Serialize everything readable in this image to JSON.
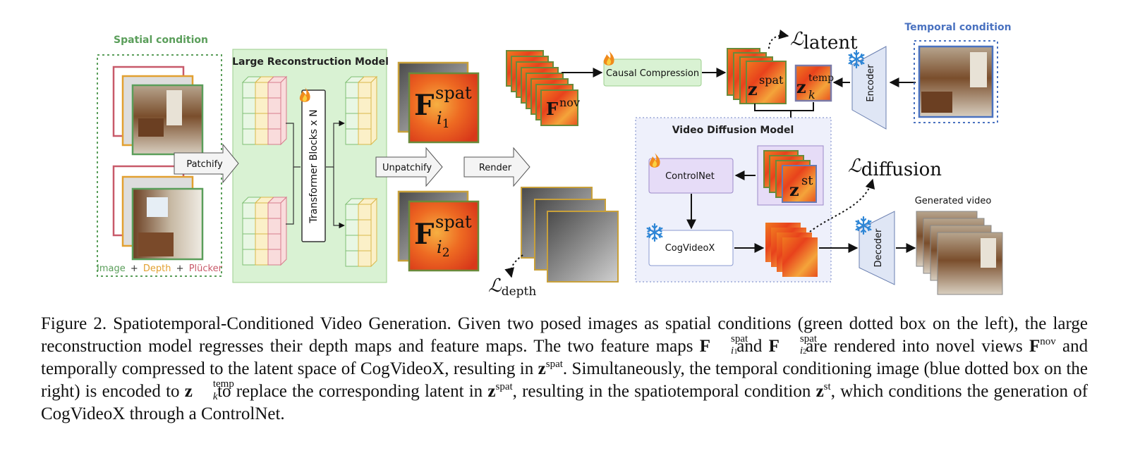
{
  "figure": {
    "spatial_condition": {
      "title": "Spatial  condition",
      "legend_image": "Image",
      "legend_plus1": "+",
      "legend_depth": "Depth",
      "legend_plus2": "+",
      "legend_plucker": "Plücker"
    },
    "lrm": {
      "title": "Large Reconstruction Model",
      "transformer": "Transformer  Blocks x N"
    },
    "arrows": {
      "patchify": "Patchify",
      "unpatchify": "Unpatchify",
      "render": "Render"
    },
    "features": {
      "f1_base": "F",
      "f1_sup": "spat",
      "f1_sub": "i",
      "f1_subsub": "1",
      "f2_base": "F",
      "f2_sup": "spat",
      "f2_sub": "i",
      "f2_subsub": "2",
      "fnov_base": "F",
      "fnov_sup": "nov"
    },
    "losses": {
      "depth_base": "ℒ",
      "depth_sub": "depth",
      "latent_base": "ℒ",
      "latent_sub": "latent",
      "diffusion_base": "ℒ",
      "diffusion_sub": "diffusion"
    },
    "causal": {
      "label": "Causal Compression"
    },
    "latents": {
      "zspat_base": "z",
      "zspat_sup": "spat",
      "ztemp_base": "z",
      "ztemp_sup": "temp",
      "ztemp_sub": "k",
      "zst_base": "z",
      "zst_sup": "st"
    },
    "temporal_condition": {
      "title": "Temporal condition"
    },
    "encoder": {
      "label": "Encoder"
    },
    "decoder": {
      "label": "Decoder"
    },
    "vdm": {
      "title": "Video Diffusion Model",
      "controlnet": "ControlNet",
      "cogvideox": "CogVideoX"
    },
    "generated": {
      "label": "Generated video"
    },
    "colors": {
      "green": "#5a9e5a",
      "blue": "#4a72c0",
      "red": "#c85a6a",
      "orange": "#e2a030",
      "lrm_fill": "#d9f2d3",
      "vdm_fill": "#eef0fb",
      "purple": "#e6dcf7"
    },
    "icons": [
      "flame-icon",
      "snowflake-icon"
    ]
  },
  "caption": {
    "figure_label": "Figure 2.",
    "part1": "Spatiotemporal-Conditioned Video Generation. Given two posed images as spatial conditions (green dotted box on the left), the large reconstruction model regresses their depth maps and feature maps. The two feature maps",
    "f_base": "F",
    "f_sup": "spat",
    "i1": "i",
    "i1n": "1",
    "and": "and",
    "i2": "i",
    "i2n": "2",
    "part2": "are rendered into novel views",
    "fnov_sup": "nov",
    "part3": "and temporally compressed to the latent space of CogVideoX, resulting in",
    "z": "z",
    "zspat_sup": "spat",
    "part4": ". Simultaneously, the temporal conditioning image (blue dotted box on the right) is encoded to",
    "ztemp_sup": "temp",
    "ztemp_sub": "k",
    "part5": "to replace the corresponding latent in",
    "part6": ", resulting in the spatiotemporal condition",
    "zst_sup": "st",
    "part7": ", which conditions the generation of CogVideoX through a ControlNet."
  }
}
